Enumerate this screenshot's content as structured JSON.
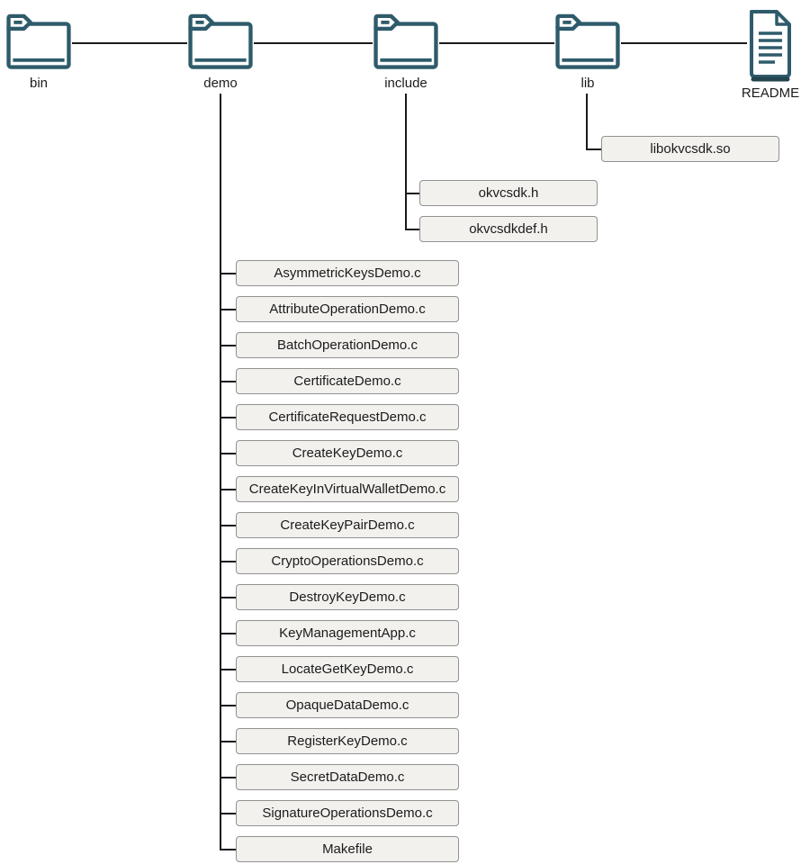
{
  "tree": {
    "folders": [
      {
        "id": "bin",
        "label": "bin",
        "icon": "folder",
        "children": []
      },
      {
        "id": "demo",
        "label": "demo",
        "icon": "folder",
        "children": [
          "AsymmetricKeysDemo.c",
          "AttributeOperationDemo.c",
          "BatchOperationDemo.c",
          "CertificateDemo.c",
          "CertificateRequestDemo.c",
          "CreateKeyDemo.c",
          "CreateKeyInVirtualWalletDemo.c",
          "CreateKeyPairDemo.c",
          "CryptoOperationsDemo.c",
          "DestroyKeyDemo.c",
          "KeyManagementApp.c",
          "LocateGetKeyDemo.c",
          "OpaqueDataDemo.c",
          "RegisterKeyDemo.c",
          "SecretDataDemo.c",
          "SignatureOperationsDemo.c",
          "Makefile"
        ]
      },
      {
        "id": "include",
        "label": "include",
        "icon": "folder",
        "children": [
          "okvcsdk.h",
          "okvcsdkdef.h"
        ]
      },
      {
        "id": "lib",
        "label": "lib",
        "icon": "folder",
        "children": [
          "libokvcsdk.so"
        ]
      },
      {
        "id": "readme",
        "label": "README",
        "icon": "document",
        "children": []
      }
    ]
  },
  "colors": {
    "icon_stroke": "#2e5b6b",
    "icon_stroke_dark": "#24444f",
    "line": "#1a1a1a",
    "box_fill": "#f2f1ee",
    "box_border": "#919191",
    "text": "#1b1b1b"
  }
}
